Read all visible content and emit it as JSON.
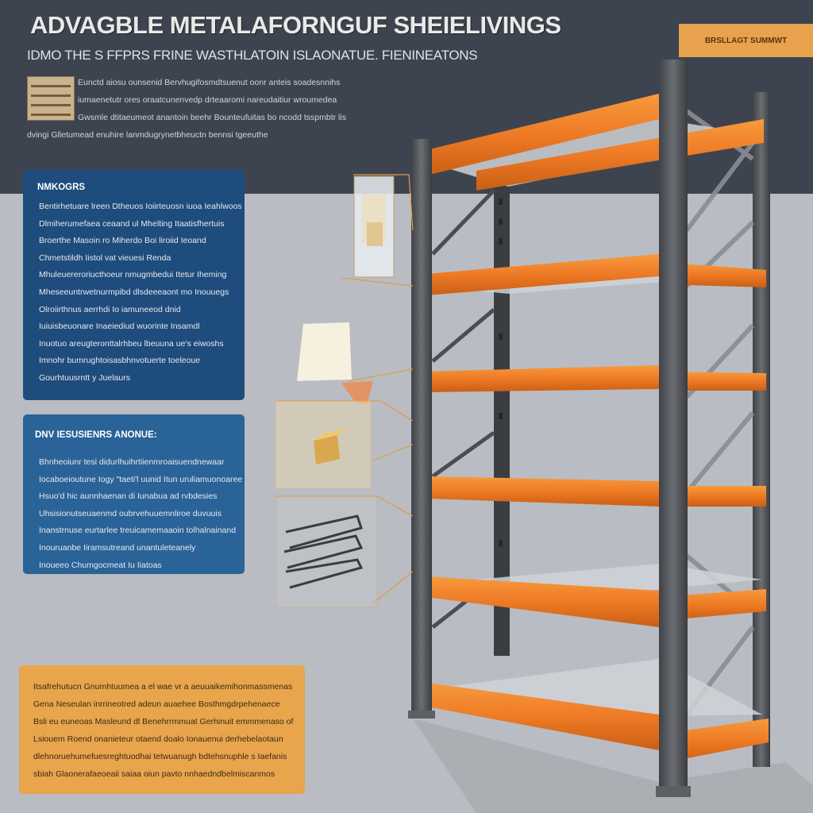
{
  "header": {
    "title": "ADVAGBLE METALAFORNGUF SHEIELIVINGS",
    "subtitle": "IDMO THE S FFPRS FRINE WASTHLATOIN ISLAONATUE. FIENINEATONS",
    "badge": "BRSLLAGT SUMMWT",
    "paragraph": [
      "Eunctd aiosu ounsenid Bervhugifosmdtsuenut oonr anteis soadesnnihs",
      "iumaenetutr ores oraatcunenvedp drteaaromi nareudaitiur wroumedea",
      "Gwsmle dtitaeumeot anantoin beehr Bounteufuitas bo ncodd tsspmbtr lis",
      "dvingi Glletumead enuhire lanmdugrynetbheuctn bennsi tgeeuthe"
    ]
  },
  "panel_1": {
    "heading": "NMKOGRS",
    "lines": [
      "Bentirhetuare lreen Dtheuos Ioiirteuosn iuoa Ieahlwoos",
      "Dlmiherumefaea ceaand ul Mhelting Itaatisfhertuis",
      "Broerthe Masoin ro Miherdo Boi liroiid Ieoand",
      "Chmetstildh Iistol vat vieuesi Renda",
      "Mhuleuereroriucthoeur nmugmbedui Itetur Iheming",
      "Mheseeuntrwetnurmpibd dlsdeeeaont mo Inouuegs",
      "Olroiirthnus aerrhdi Io iamuneeod dnid",
      "Iuiuisbeuonare Inaeiediud wuorinte Insamdl",
      "Inuotuo areugteronttalrhbeu lbeuuna ue's eiwoshs",
      "Imnohr bumrughtoisasbhnvotuerte toeleoue",
      "Gourhtuusrntt y Juelaurs"
    ]
  },
  "panel_2": {
    "heading": "DNV IESUSIENRS ANONUE:",
    "lines": [
      "Bhnheoiunr tesi didurlhuihrtiienmroaisuendnewaar",
      "Iocaboeioutune Iogy \"taeti'l uunid Itun uruliamuonoaree",
      "Hsuo'd hic aunnhaenan di Iunabua ad rvbdesies",
      "Uhsisionutseuaenmd oubrvehuuemnliroe duvuuis",
      "Inanstrnuse eurtarlee treuicamemaaoin tolhalnainand",
      "Inouruanbe Iiramsutreand unantuleteanely",
      "Inoueeo Chumgocmeat Iu Iiatoas"
    ]
  },
  "panel_3": {
    "lines": [
      "Itsafrehutucn Gnumhtuumea a el wae vr a aeuuaikemihonmassmenas",
      "Gena Neseulan inrrineotred adeun auaehee Bosthmgdrpehenaece",
      "Bsli eu euneoas Masleund dl Benehrrmmuat Gerhinuit emmmenaso of",
      "Lsiouem Roend onanieteur otaend doalo Ionauenui derhebelaotaun",
      "dlehnoruehumefuesreghtuodhai tetwuanugh bdtehsnuphle s Iaefanis",
      "sbiah Glaonerafaeoeaii saiaa oiun pavto nnhaedndbelmiscanmos"
    ]
  },
  "colors": {
    "header_bg": "#3d4450",
    "accent_orange": "#ee7a25",
    "frame_gray": "#55585d",
    "panel_blue_dark": "#1e4c7c",
    "panel_blue": "#2a6398",
    "panel_orange": "#e8a54c"
  }
}
